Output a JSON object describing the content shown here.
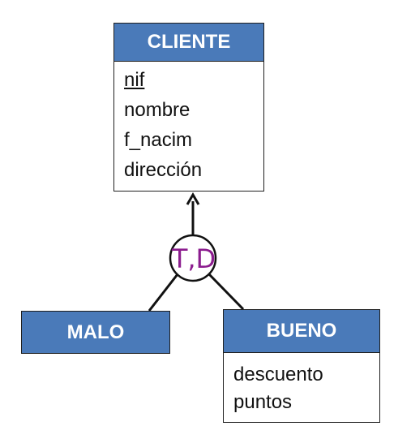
{
  "entities": {
    "cliente": {
      "name": "CLIENTE",
      "attributes": [
        "nif",
        "nombre",
        "f_nacim",
        "dirección"
      ],
      "primary_key": "nif"
    },
    "malo": {
      "name": "MALO",
      "attributes": []
    },
    "bueno": {
      "name": "BUENO",
      "attributes": [
        "descuento",
        "puntos"
      ]
    }
  },
  "specialization": {
    "constraint": "T,D"
  },
  "colors": {
    "header_fill": "#4a7ab9",
    "header_text": "#ffffff",
    "constraint_text": "#8b1c8e",
    "line": "#111111"
  }
}
